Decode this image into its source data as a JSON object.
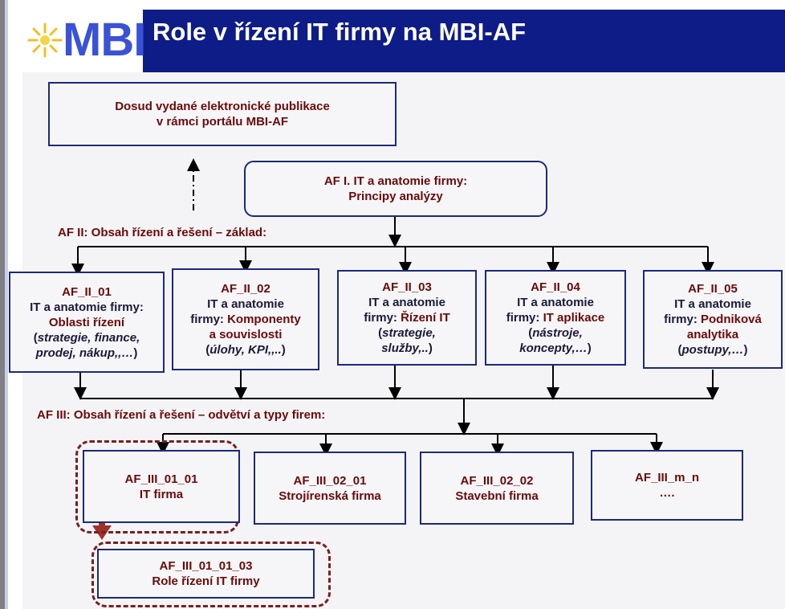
{
  "header": {
    "logo_text": "MBI",
    "title": "Role v řízení IT firmy na MBI-AF"
  },
  "publications_box": {
    "line1": "Dosud vydané elektronické publikace",
    "line2": "v rámci portálu MBI-AF"
  },
  "af1_box": {
    "line1": "AF I.  IT a anatomie firmy:",
    "line2": "Principy analýzy"
  },
  "section_af2": "AF II: Obsah řízení a řešení – základ:",
  "section_af3": "AF III: Obsah řízení a řešení – odvětví a typy firem:",
  "af2_boxes": [
    {
      "code": "AF_II_01",
      "l1": "IT a anatomie firmy:",
      "l2": "Oblasti řízení",
      "l3": "(",
      "l3i": "strategie, finance,",
      "l4i": "prodej, nákup,,…",
      "l4": ")"
    },
    {
      "code": "AF_II_02",
      "l1": "IT a anatomie",
      "l2a": "firmy: ",
      "l2b": "Komponenty",
      "l3": "a souvislosti",
      "l4a": "(",
      "l4i": "úlohy, KPI,,..",
      "l4b": ")"
    },
    {
      "code": "AF_II_03",
      "l1": "IT a anatomie",
      "l2a": "firmy: ",
      "l2b": "Řízení IT",
      "l3a": "(",
      "l3i": "strategie,",
      "l4i": "služby,..",
      "l4b": ")"
    },
    {
      "code": "AF_II_04",
      "l1": "IT a anatomie",
      "l2a": "firmy: ",
      "l2b": "IT aplikace",
      "l3a": "(",
      "l3i": "nástroje,",
      "l4i": "koncepty,…",
      "l4b": ")"
    },
    {
      "code": "AF_II_05",
      "l1": "IT a anatomie",
      "l2a": "firmy: ",
      "l2b": "Podniková",
      "l3": "analytika",
      "l4a": "(",
      "l4i": "postupy,…",
      "l4b": ")"
    }
  ],
  "af3_boxes": [
    {
      "code": "AF_III_01_01",
      "name": "IT firma"
    },
    {
      "code": "AF_III_02_01",
      "name": "Strojírenská firma"
    },
    {
      "code": "AF_III_02_02",
      "name": "Stavební firma"
    },
    {
      "code": "AF_III_m_n",
      "name": "…."
    }
  ],
  "role_box": {
    "code": "AF_III_01_01_03",
    "name": "Role řízení IT firmy"
  },
  "colors": {
    "header_bg": "#0e1c87",
    "logo_blue": "#3a52d6",
    "dark_red": "#6a0a0a",
    "box_border": "#1c2a78",
    "dashed": "#7a1f1f"
  }
}
